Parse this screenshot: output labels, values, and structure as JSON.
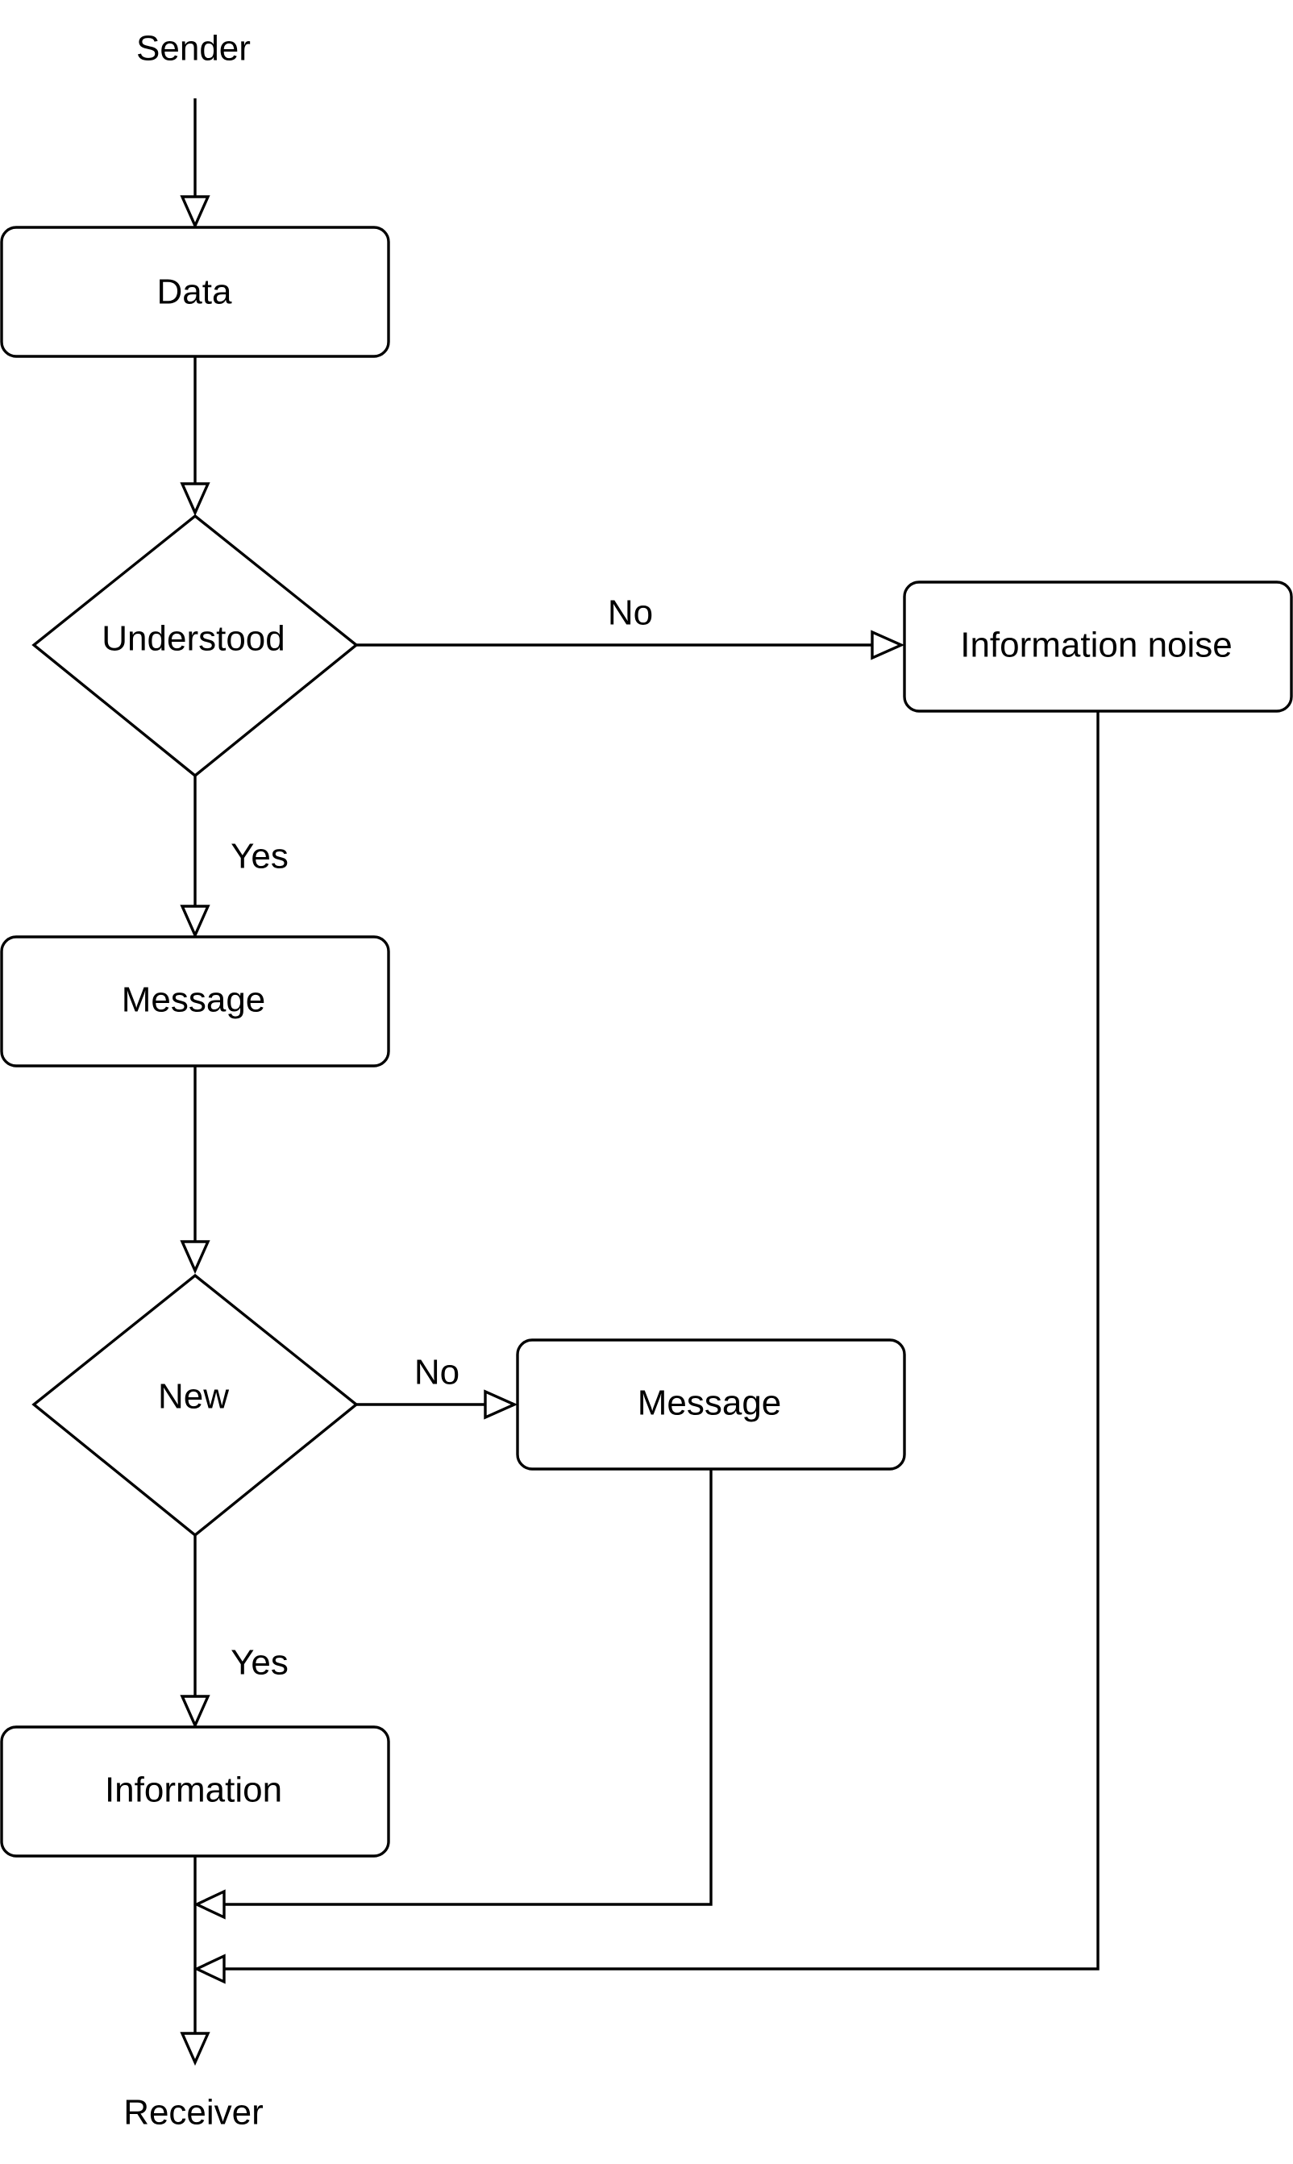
{
  "diagram": {
    "sender": "Sender",
    "receiver": "Receiver",
    "data_node": "Data",
    "understood_decision": "Understood",
    "information_noise_node": "Information noise",
    "message_node": "Message",
    "new_decision": "New",
    "message_node_2": "Message",
    "information_node": "Information",
    "edge_labels": {
      "understood_no": "No",
      "understood_yes": "Yes",
      "new_no": "No",
      "new_yes": "Yes"
    }
  }
}
